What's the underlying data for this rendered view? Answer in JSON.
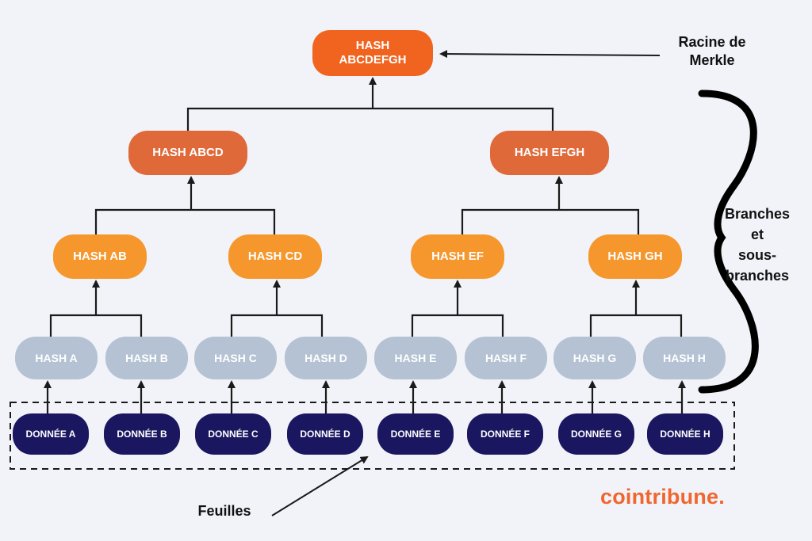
{
  "root": {
    "line1": "HASH",
    "line2": "ABCDEFGH"
  },
  "level1": [
    "HASH ABCD",
    "HASH EFGH"
  ],
  "level2": [
    "HASH AB",
    "HASH CD",
    "HASH EF",
    "HASH GH"
  ],
  "hashes": [
    "HASH A",
    "HASH B",
    "HASH C",
    "HASH D",
    "HASH E",
    "HASH F",
    "HASH G",
    "HASH H"
  ],
  "data_blocks": [
    "DONNÉE A",
    "DONNÉE B",
    "DONNÉE C",
    "DONNÉE D",
    "DONNÉE E",
    "DONNÉE F",
    "DONNÉE G",
    "DONNÉE H"
  ],
  "labels": {
    "root_line1": "Racine de",
    "root_line2": "Merkle",
    "branch_line1": "Branches",
    "branch_line2": "et",
    "branch_line3": "sous-",
    "branch_line4": "branches",
    "leaves": "Feuilles"
  },
  "logo": "cointribune.",
  "colors": {
    "root": "#f1641f",
    "level1": "#e0693a",
    "level2": "#f5972c",
    "hash": "#b4c2d3",
    "data": "#1a1660",
    "logo": "#f0662e",
    "lines": "#1a1a1a"
  }
}
